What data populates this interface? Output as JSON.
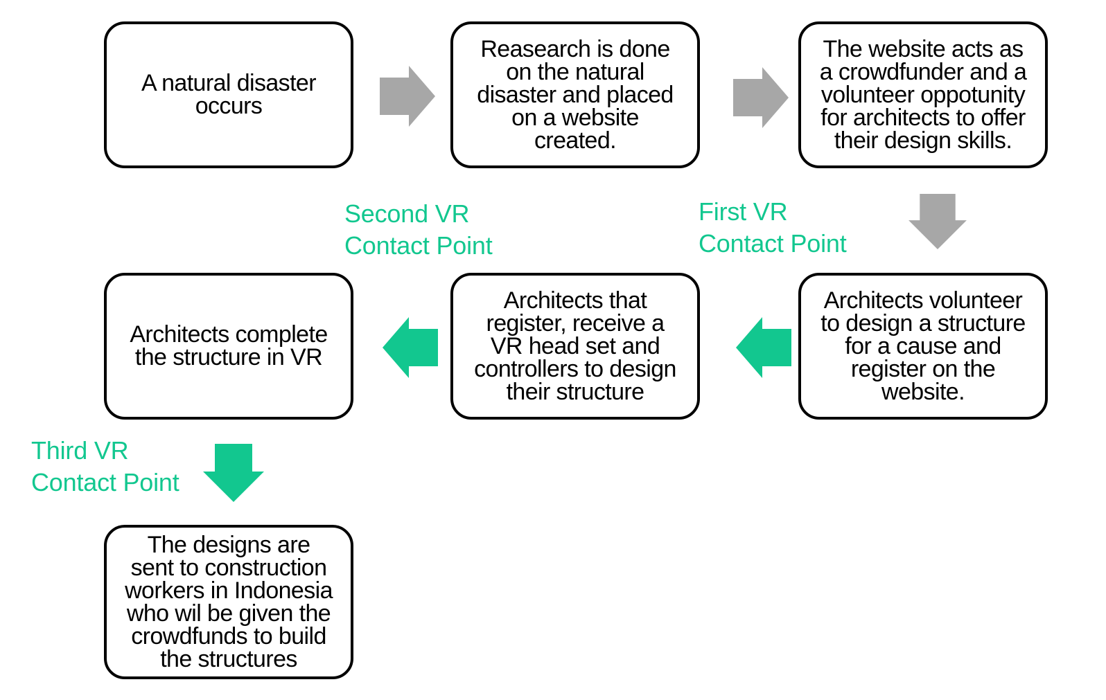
{
  "diagram": {
    "type": "flowchart",
    "background": "#ffffff",
    "colors": {
      "box_border": "#000000",
      "box_text": "#000000",
      "gray_arrow": "#A7A7A7",
      "green_accent": "#12C78F"
    },
    "boxes": [
      {
        "id": "step-1",
        "text": "A natural disaster\noccurs"
      },
      {
        "id": "step-2",
        "text": "Reasearch is done\non the natural\ndisaster and placed\non a website\ncreated."
      },
      {
        "id": "step-3",
        "text": "The website acts as\na crowdfunder and a\nvolunteer oppotunity\nfor architects to offer\ntheir design skills."
      },
      {
        "id": "step-4",
        "text": "Architects volunteer\nto design a structure\nfor a cause and\nregister on the\nwebsite."
      },
      {
        "id": "step-5",
        "text": "Architects that\nregister, receive a\nVR head set and\ncontrollers to design\ntheir structure"
      },
      {
        "id": "step-6",
        "text": "Architects complete\nthe structure in VR"
      },
      {
        "id": "step-7",
        "text": "The designs are\nsent to construction\nworkers in Indonesia\nwho wil be given the\ncrowdfunds to build\nthe structures"
      }
    ],
    "labels": [
      {
        "id": "first-vr",
        "text": "First VR\nContact Point"
      },
      {
        "id": "second-vr",
        "text": "Second VR\nContact Point"
      },
      {
        "id": "third-vr",
        "text": "Third VR\nContact Point"
      }
    ],
    "arrows": [
      {
        "id": "arrow-right-1",
        "direction": "right",
        "color": "gray",
        "from": "step-1",
        "to": "step-2"
      },
      {
        "id": "arrow-right-2",
        "direction": "right",
        "color": "gray",
        "from": "step-2",
        "to": "step-3"
      },
      {
        "id": "arrow-down-gray",
        "direction": "down",
        "color": "gray",
        "from": "step-3",
        "to": "step-4"
      },
      {
        "id": "arrow-left-1",
        "direction": "left",
        "color": "green",
        "from": "step-4",
        "to": "step-5"
      },
      {
        "id": "arrow-left-2",
        "direction": "left",
        "color": "green",
        "from": "step-5",
        "to": "step-6"
      },
      {
        "id": "arrow-down-green",
        "direction": "down",
        "color": "green",
        "from": "step-6",
        "to": "step-7"
      }
    ]
  }
}
